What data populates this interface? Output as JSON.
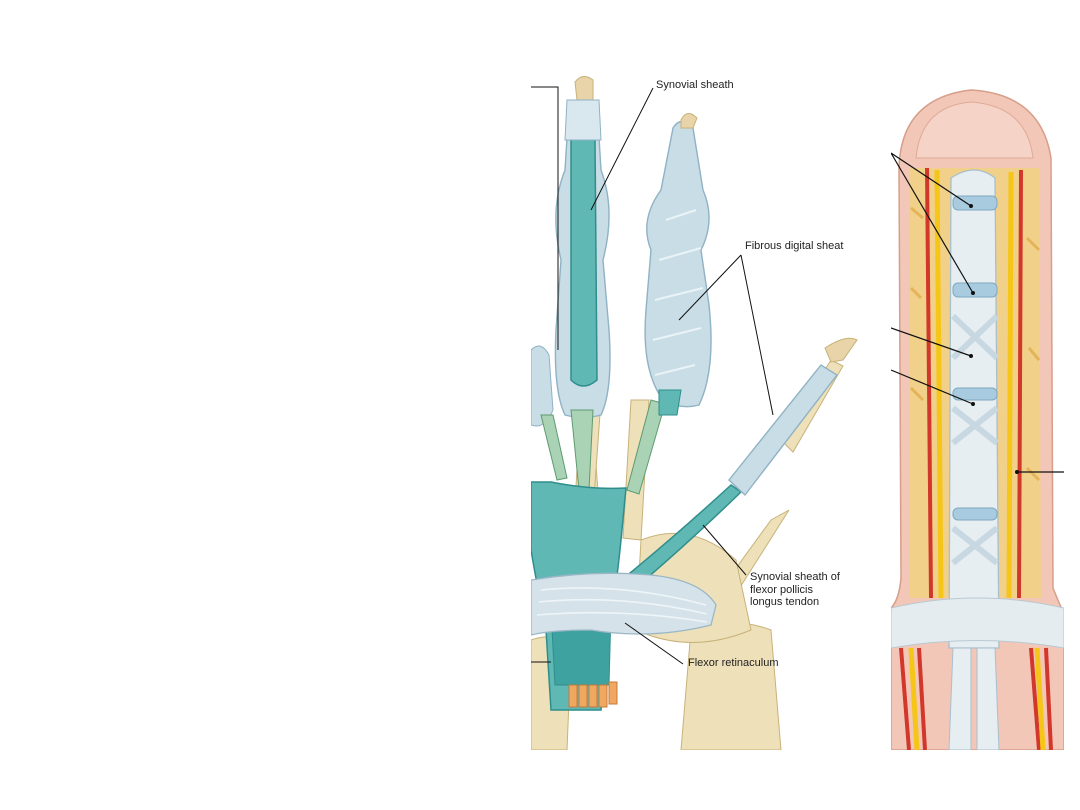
{
  "figure": {
    "left_panel": {
      "labels": {
        "synovial_sheath": "Synovial sheath",
        "fibrous_digital_sheath": "Fibrous digital sheat",
        "synovial_sheath_fpl": "Synovial sheath of\nflexor pollicis\nlongus tendon",
        "flexor_retinaculum": "Flexor retinaculum"
      }
    },
    "colors": {
      "bone": "#eee0b8",
      "bone_edge": "#c8b27a",
      "synovial": "#5fb8b4",
      "synovial_dark": "#2f8e8c",
      "fibrous": "#c9dde6",
      "fibrous_edge": "#8fb2c4",
      "retinaculum": "#d5e2ea",
      "tendon_light": "#a9d3b4",
      "tendon_orange": "#f0a860",
      "skin": "#f2c7b8",
      "fat": "#f1d08a",
      "artery": "#d2372b",
      "nerve": "#f5c518",
      "vessel_sheath": "#e7eef2"
    }
  }
}
